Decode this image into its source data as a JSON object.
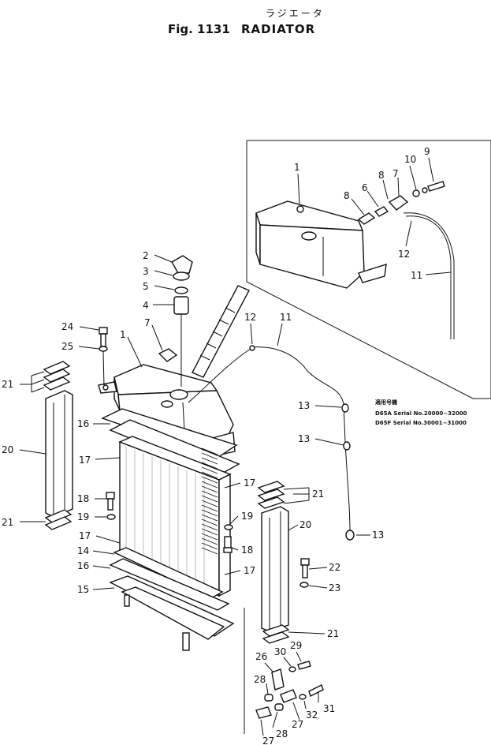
{
  "header": {
    "japanese_title": "ラジエータ",
    "figure_label": "Fig. 1131",
    "figure_name": "RADIATOR"
  },
  "inset_note": {
    "title": "適用号機",
    "line1": "D65A Serial No.20000~32000",
    "line2": "D65F Serial No.30001~31000"
  },
  "callouts": {
    "c1_main": "1",
    "c2": "2",
    "c3": "3",
    "c4": "4",
    "c5": "5",
    "c7_main": "7",
    "c11_main": "11",
    "c12_main": "12",
    "c13_a": "13",
    "c13_b": "13",
    "c13_c": "13",
    "c14": "14",
    "c15": "15",
    "c16_a": "16",
    "c16_b": "16",
    "c17_a": "17",
    "c17_b": "17",
    "c17_c": "17",
    "c17_d": "17",
    "c18_a": "18",
    "c18_b": "18",
    "c19_a": "19",
    "c19_b": "19",
    "c20_a": "20",
    "c20_b": "20",
    "c21_a": "21",
    "c21_b": "21",
    "c21_c": "21",
    "c21_d": "21",
    "c22": "22",
    "c23": "23",
    "c24": "24",
    "c25": "25",
    "c26": "26",
    "c27_a": "27",
    "c27_b": "27",
    "c28_a": "28",
    "c28_b": "28",
    "c29": "29",
    "c30": "30",
    "c31": "31",
    "c32": "32",
    "c1_inset": "1",
    "c6_inset": "6",
    "c7_inset": "7",
    "c8_a_inset": "8",
    "c8_b_inset": "8",
    "c9_inset": "9",
    "c10_inset": "10",
    "c11_inset": "11",
    "c12_inset": "12"
  }
}
